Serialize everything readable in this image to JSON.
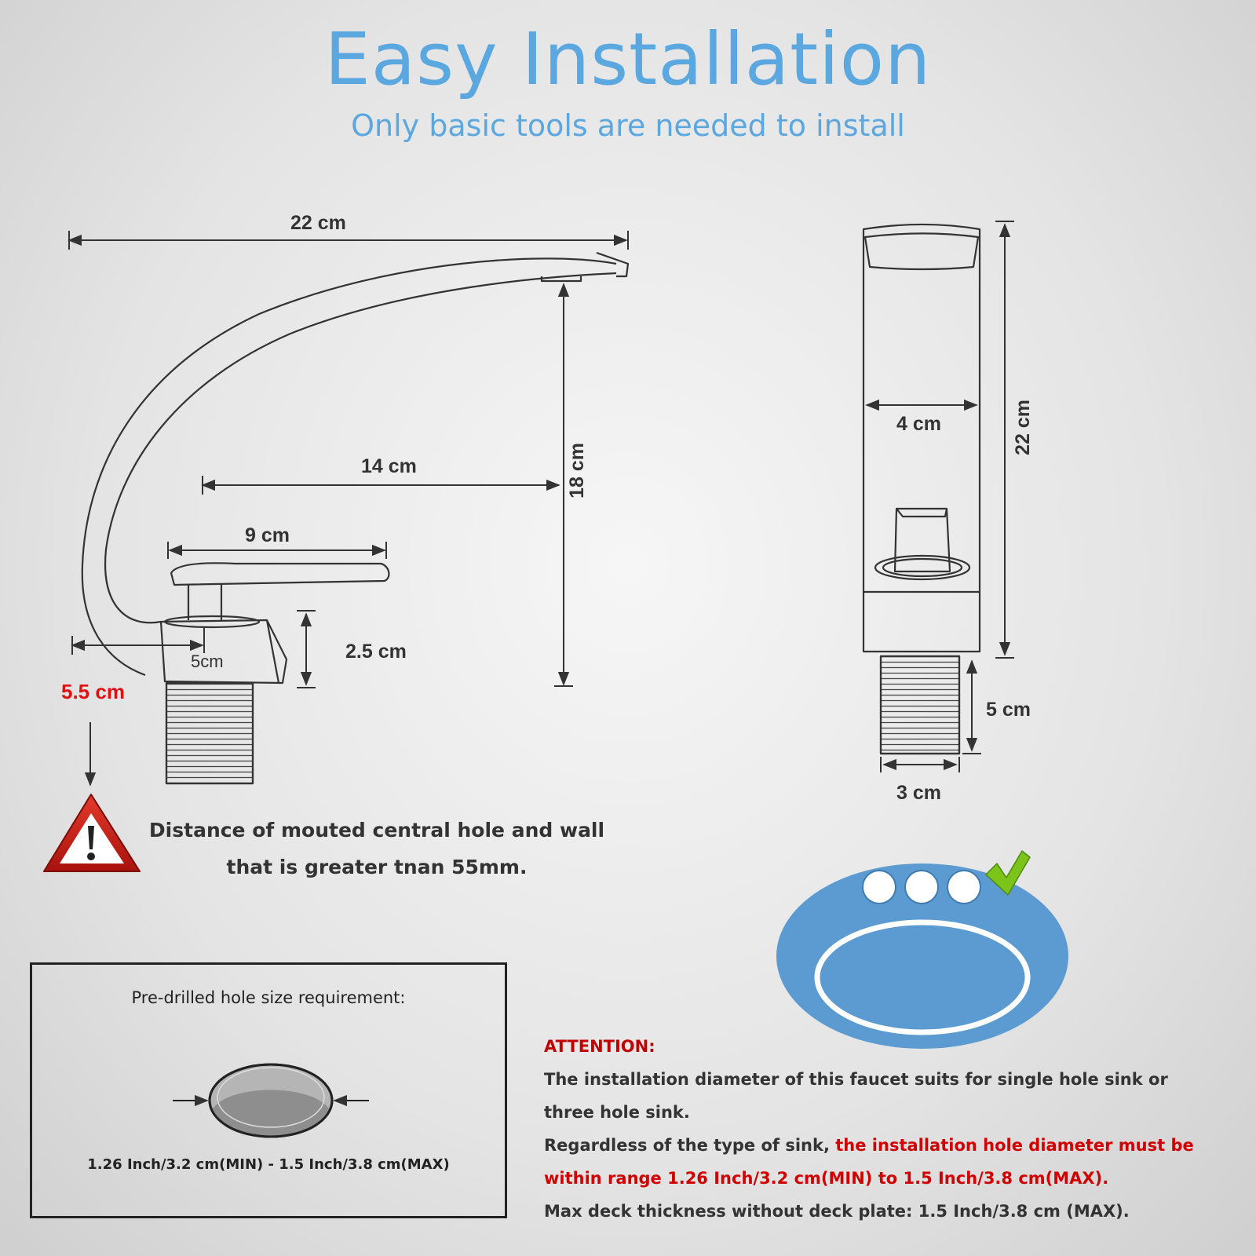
{
  "header": {
    "title": "Easy Installation",
    "subtitle": "Only basic tools are needed to install"
  },
  "dimensions": {
    "spout_length": "22 cm",
    "height": "18 cm",
    "reach": "14 cm",
    "handle_length": "9 cm",
    "base_height": "2.5 cm",
    "base_offset": "5cm",
    "wall_distance": "5.5 cm",
    "front_width": "4 cm",
    "front_height": "22 cm",
    "thread_length": "5 cm",
    "thread_width": "3 cm"
  },
  "warning": {
    "line1": "Distance of mouted central hole and wall",
    "line2": "that is greater tnan 55mm."
  },
  "hole_requirement": {
    "title": "Pre-drilled hole size requirement:",
    "range": "1.26 Inch/3.2 cm(MIN) - 1.5 Inch/3.8 cm(MAX)"
  },
  "attention": {
    "heading": "ATTENTION:",
    "line1": "The installation diameter of this faucet suits for single hole sink or",
    "line2": "three hole sink.",
    "line3_prefix": "Regardless of the type of sink, ",
    "line3_highlight": "the installation hole diameter must be",
    "line4_highlight": "within range 1.26 Inch/3.2 cm(MIN) to 1.5 Inch/3.8 cm(MAX).",
    "line5": "Max deck thickness without deck plate: 1.5 Inch/3.8 cm (MAX)."
  },
  "colors": {
    "title_blue": "#5ba7e0",
    "warning_red": "#e01010",
    "sink_blue": "#5b9bd1",
    "check_green": "#7cc31a"
  }
}
